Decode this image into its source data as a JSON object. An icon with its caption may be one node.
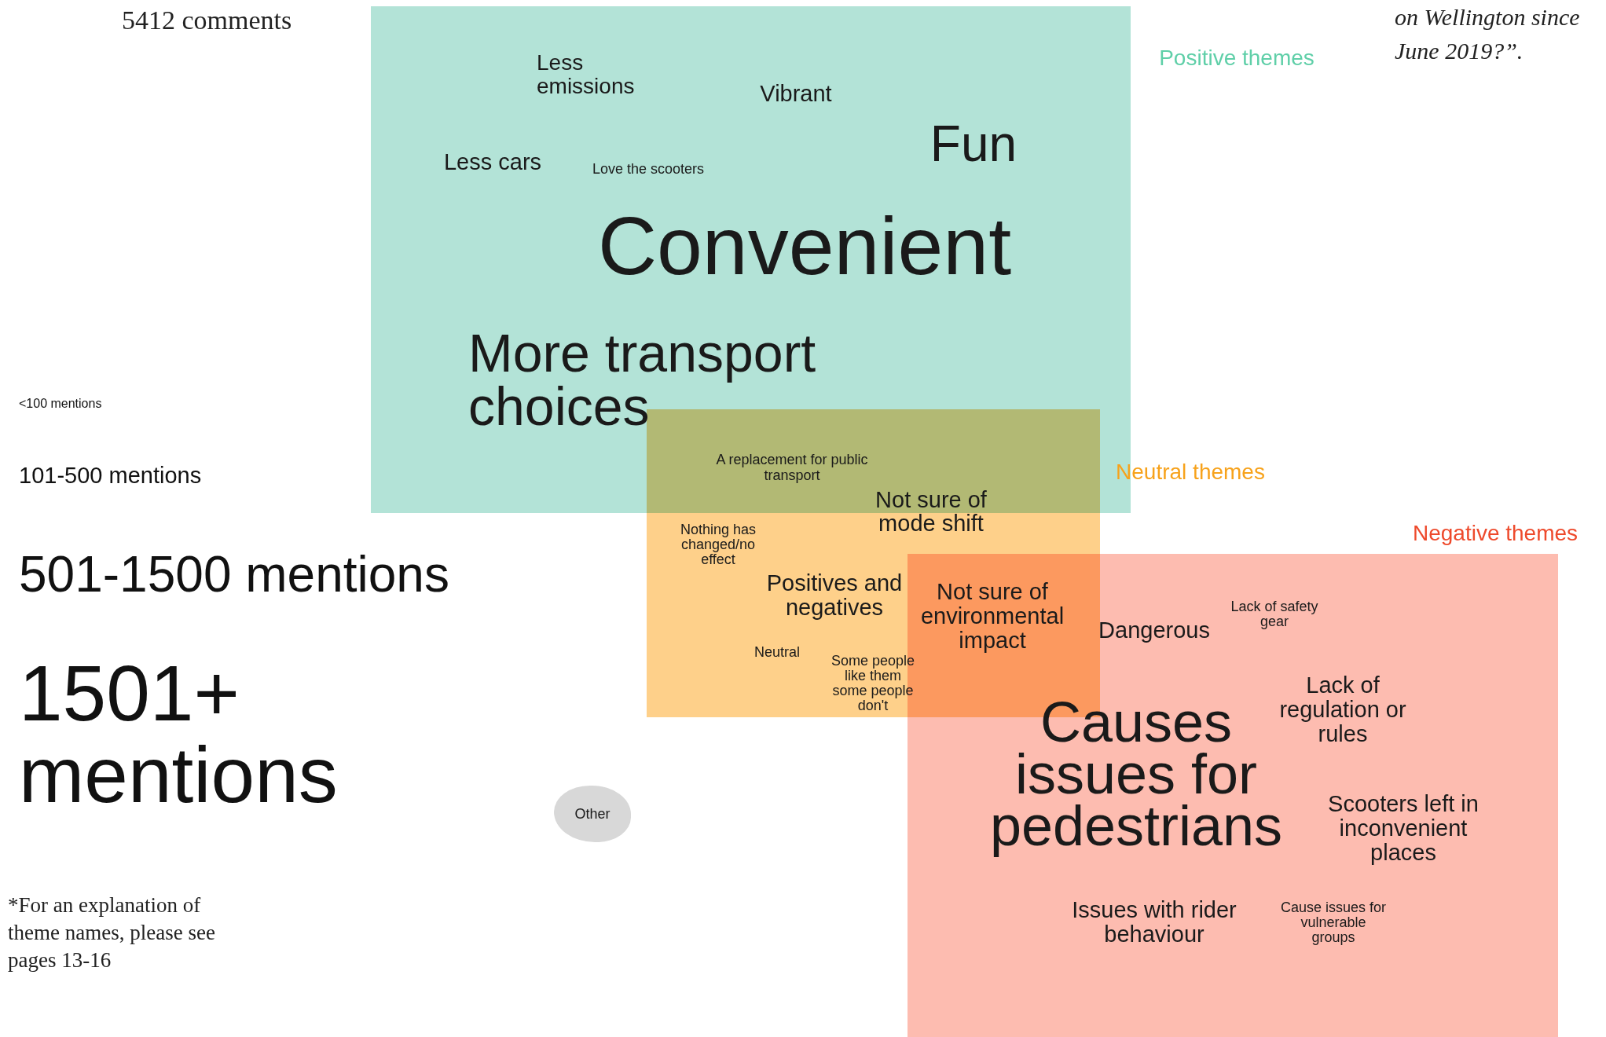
{
  "diagram": {
    "nodes": [
      {
        "text": [
          "Positive themes",
          "Less emissions",
          "Vibrant",
          "Fun",
          "Less cars",
          "Love the scooters",
          "Convenient",
          "More transport choices"
        ]
      },
      {
        "text": [
          "Neutral themes",
          "A replacement for public transport",
          "Not sure of mode shift",
          "Nothing has changed/no effect",
          "Positives and negatives",
          "Neutral",
          "Some people like them some people don't",
          "Not sure of environmental impact"
        ]
      },
      {
        "text": [
          "Negative themes",
          "Dangerous",
          "Lack of safety gear",
          "Lack of regulation or rules",
          "Causes issues for pedestrians",
          "Scooters left in inconvenient places",
          "Issues with rider behaviour",
          "Cause issues for vulnerable groups"
        ]
      },
      {
        "text": [
          "Other"
        ]
      }
    ],
    "edges": [],
    "labels": [
      "5412 comments",
      "on Wellington since June 2019?”.",
      "<100 mentions",
      "101-500 mentions",
      "501-1500 mentions",
      "1501+ mentions",
      "*For an explanation of theme names, please see pages 13-16"
    ]
  }
}
